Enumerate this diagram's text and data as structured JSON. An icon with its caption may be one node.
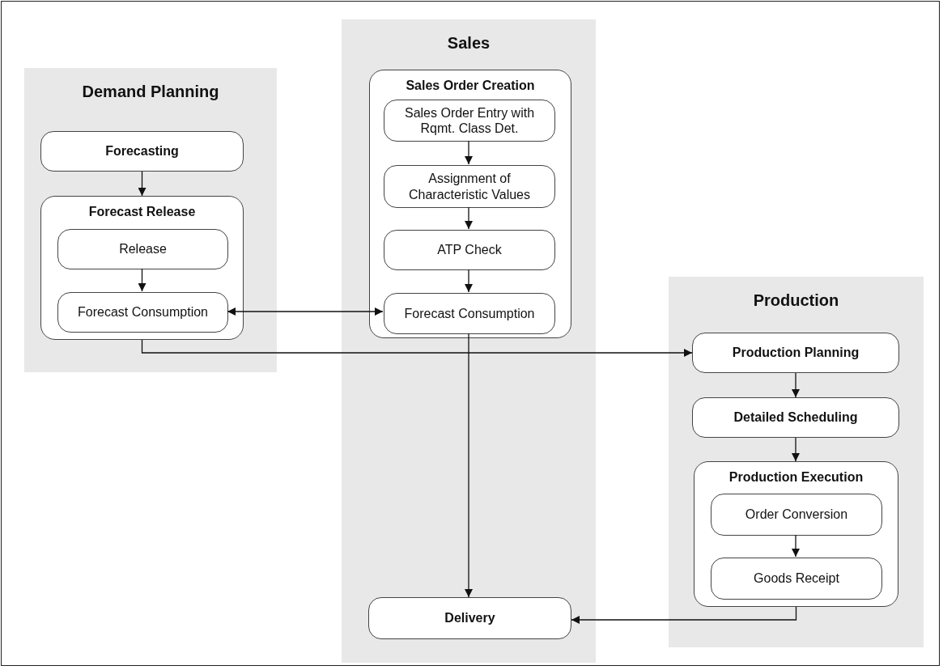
{
  "diagram": {
    "nodes": [
      {
        "text": [
          "Demand Planning"
        ]
      },
      {
        "text": [
          "Forecasting"
        ],
        "in": 0
      },
      {
        "text": [
          "Forecast Release"
        ],
        "in": 0
      },
      {
        "text": [
          "Release"
        ],
        "in": 2
      },
      {
        "text": [
          "Forecast Consumption"
        ],
        "in": 2
      },
      {
        "text": [
          "Sales"
        ]
      },
      {
        "text": [
          "Sales Order Creation"
        ],
        "in": 5
      },
      {
        "text": [
          "Sales Order Entry with Rqmt. Class Det."
        ],
        "in": 6
      },
      {
        "text": [
          "Assignment of Characteristic Values"
        ],
        "in": 6
      },
      {
        "text": [
          "ATP Check"
        ],
        "in": 6
      },
      {
        "text": [
          "Forecast Consumption"
        ],
        "in": 6
      },
      {
        "text": [
          "Delivery"
        ],
        "in": 5
      },
      {
        "text": [
          "Production"
        ]
      },
      {
        "text": [
          "Production Planning"
        ],
        "in": 12
      },
      {
        "text": [
          "Detailed Scheduling"
        ],
        "in": 12
      },
      {
        "text": [
          "Production Execution"
        ],
        "in": 12
      },
      {
        "text": [
          "Order Conversion"
        ],
        "in": 15
      },
      {
        "text": [
          "Goods Receipt"
        ],
        "in": 15
      }
    ],
    "edges": [
      {
        "from": 1,
        "to": 2,
        "arrow": "to"
      },
      {
        "from": 3,
        "to": 4,
        "arrow": "to"
      },
      {
        "from": 4,
        "to": 10,
        "arrow": "both"
      },
      {
        "from": 2,
        "to": 13,
        "arrow": "to"
      },
      {
        "from": 7,
        "to": 8,
        "arrow": "to"
      },
      {
        "from": 8,
        "to": 9,
        "arrow": "to"
      },
      {
        "from": 9,
        "to": 10,
        "arrow": "to"
      },
      {
        "from": 10,
        "to": 11,
        "arrow": "to"
      },
      {
        "from": 13,
        "to": 14,
        "arrow": "to"
      },
      {
        "from": 14,
        "to": 15,
        "arrow": "to"
      },
      {
        "from": 16,
        "to": 17,
        "arrow": "to"
      },
      {
        "from": 15,
        "to": 11,
        "arrow": "to"
      }
    ]
  }
}
